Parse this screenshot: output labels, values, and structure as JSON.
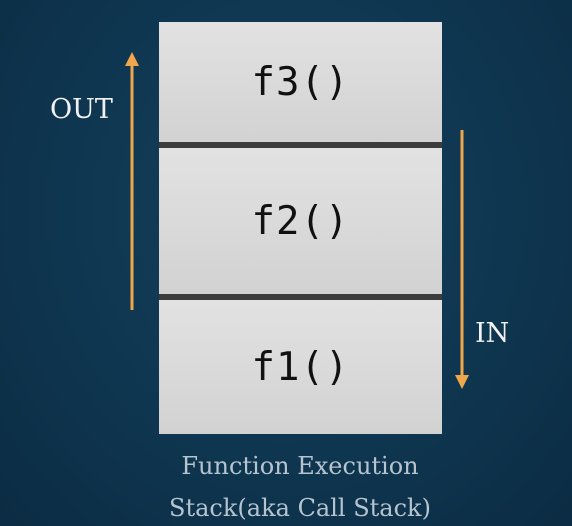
{
  "stack": {
    "frames": [
      {
        "label": "f3()"
      },
      {
        "label": "f2()"
      },
      {
        "label": "f1()"
      }
    ]
  },
  "arrows": {
    "out_label": "OUT",
    "in_label": "IN",
    "color": "#f0a64a"
  },
  "caption": {
    "line1": "Function Execution",
    "line2": "Stack(aka Call Stack)"
  }
}
